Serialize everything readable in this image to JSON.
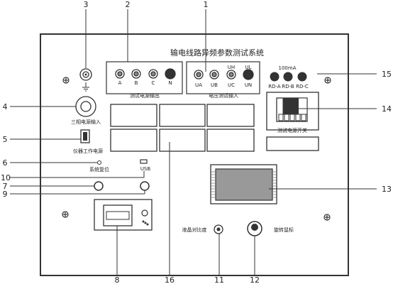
{
  "panel": {
    "title": "输电线路异频参数测试系统"
  },
  "labels": {
    "current_output": "测试电源输出",
    "voltage_input": "电压测试输入",
    "three_phase_input": "三相电源输入",
    "instrument_power": "仪器工作电源",
    "system_reset": "系统复位",
    "usb": "USB",
    "test_power_switch": "测试电源开关",
    "lcd_contrast": "液晶对比度",
    "rotary_mouse": "旋转鼠标",
    "fuse_rating": "100mA"
  },
  "terminals": {
    "current": [
      "A",
      "B",
      "C",
      "N"
    ],
    "voltage_bottom": [
      "UA",
      "UB",
      "UC",
      "UN"
    ],
    "voltage_top": [
      "UH",
      "UL"
    ],
    "fuses": [
      "RD-A",
      "RD-B",
      "RD-C"
    ]
  },
  "callouts": {
    "n1": "1",
    "n2": "2",
    "n3": "3",
    "n4": "4",
    "n5": "5",
    "n6": "6",
    "n7": "7",
    "n8": "8",
    "n9": "9",
    "n10": "10",
    "n11": "11",
    "n12": "12",
    "n13": "13",
    "n14": "14",
    "n15": "15",
    "n16": "16"
  },
  "colors": {
    "stroke": "#333333",
    "screen_fill": "#999999",
    "jack_fill": "#333333"
  }
}
